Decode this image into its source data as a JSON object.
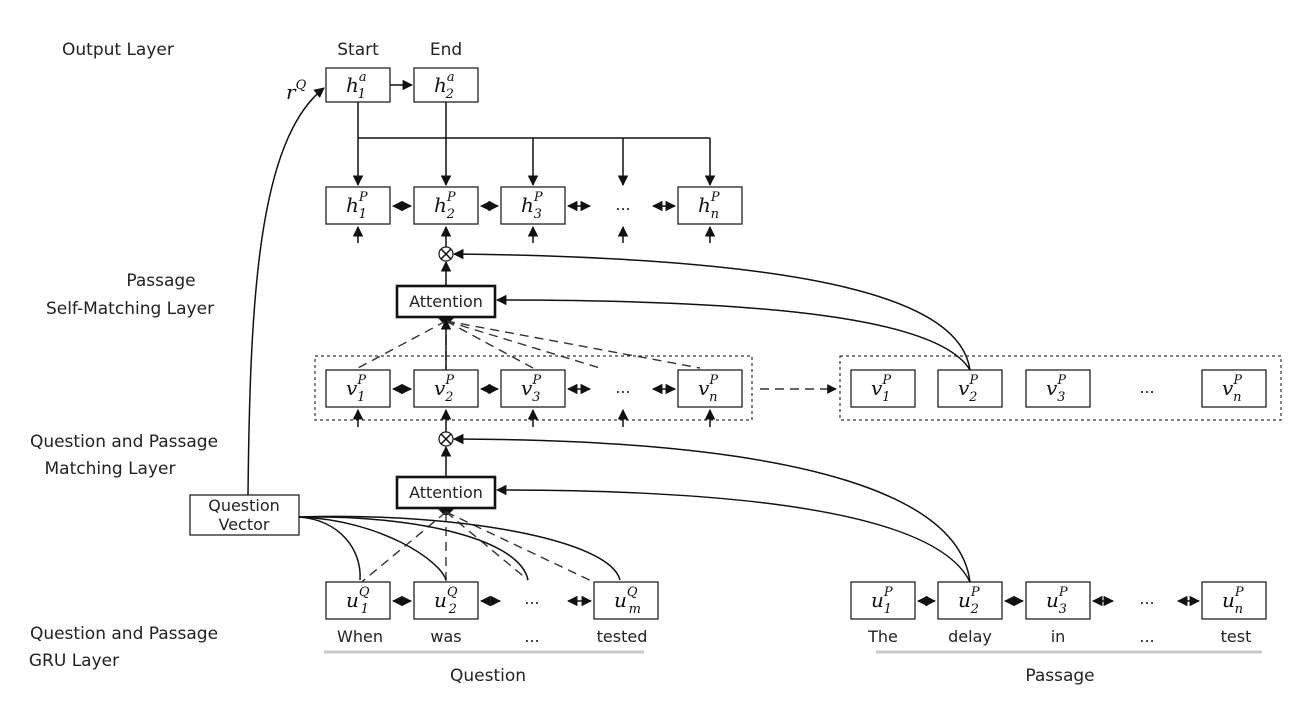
{
  "layers": {
    "output": "Output Layer",
    "self_matching": [
      "Passage",
      "Self-Matching Layer"
    ],
    "qp_matching": [
      "Question and Passage",
      "Matching Layer"
    ],
    "gru": [
      "Question and Passage",
      "GRU Layer"
    ]
  },
  "output": {
    "start": "Start",
    "end": "End",
    "rq": "r",
    "rq_sup": "Q"
  },
  "attention_label": "Attention",
  "question_vector": [
    "Question",
    "Vector"
  ],
  "ellipsis": "...",
  "question_words": [
    "When",
    "was",
    "...",
    "tested"
  ],
  "passage_words": [
    "The",
    "delay",
    "in",
    "...",
    "test"
  ],
  "question_label": "Question",
  "passage_label": "Passage",
  "nodes": {
    "ha": [
      {
        "b": "h",
        "sub": "1",
        "sup": "a"
      },
      {
        "b": "h",
        "sub": "2",
        "sup": "a"
      }
    ],
    "hp": [
      {
        "b": "h",
        "sub": "1",
        "sup": "P"
      },
      {
        "b": "h",
        "sub": "2",
        "sup": "P"
      },
      {
        "b": "h",
        "sub": "3",
        "sup": "P"
      },
      {
        "b": "h",
        "sub": "n",
        "sup": "P"
      }
    ],
    "vp": [
      {
        "b": "v",
        "sub": "1",
        "sup": "P"
      },
      {
        "b": "v",
        "sub": "2",
        "sup": "P"
      },
      {
        "b": "v",
        "sub": "3",
        "sup": "P"
      },
      {
        "b": "v",
        "sub": "n",
        "sup": "P"
      }
    ],
    "vp_right": [
      {
        "b": "v",
        "sub": "1",
        "sup": "P"
      },
      {
        "b": "v",
        "sub": "2",
        "sup": "P"
      },
      {
        "b": "v",
        "sub": "3",
        "sup": "P"
      },
      {
        "b": "v",
        "sub": "n",
        "sup": "P"
      }
    ],
    "uq": [
      {
        "b": "u",
        "sub": "1",
        "sup": "Q"
      },
      {
        "b": "u",
        "sub": "2",
        "sup": "Q"
      },
      {
        "b": "u",
        "sub": "m",
        "sup": "Q"
      }
    ],
    "up": [
      {
        "b": "u",
        "sub": "1",
        "sup": "P"
      },
      {
        "b": "u",
        "sub": "2",
        "sup": "P"
      },
      {
        "b": "u",
        "sub": "3",
        "sup": "P"
      },
      {
        "b": "u",
        "sub": "n",
        "sup": "P"
      }
    ]
  }
}
